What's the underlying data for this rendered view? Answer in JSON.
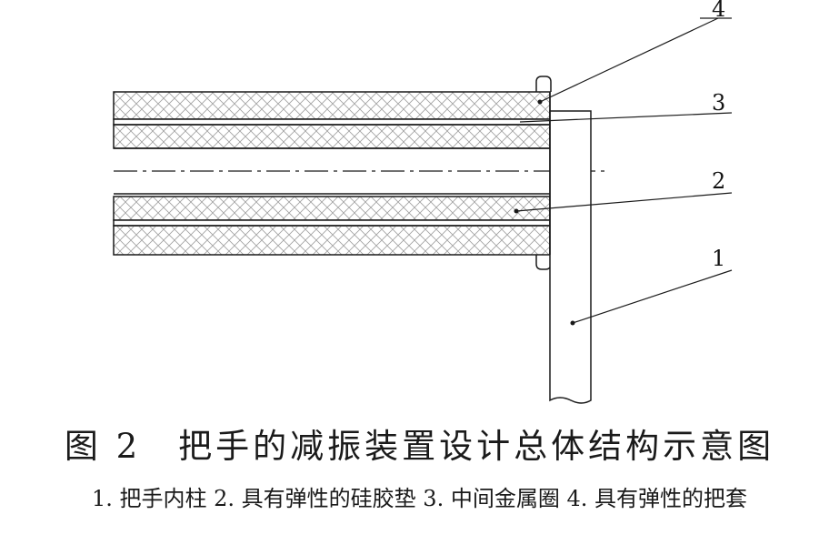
{
  "callouts": [
    {
      "num": "4",
      "target": "handle-sleeve"
    },
    {
      "num": "3",
      "target": "metal-ring"
    },
    {
      "num": "2",
      "target": "silicone-pad"
    },
    {
      "num": "1",
      "target": "inner-column"
    }
  ],
  "caption": {
    "title": "图 2　把手的减振装置设计总体结构示意图",
    "legend": "1. 把手内柱  2. 具有弹性的硅胶垫  3. 中间金属圈  4. 具有弹性的把套"
  },
  "colors": {
    "line": "#1a1a1a",
    "hatch": "#9a9a9a",
    "background": "#ffffff"
  }
}
